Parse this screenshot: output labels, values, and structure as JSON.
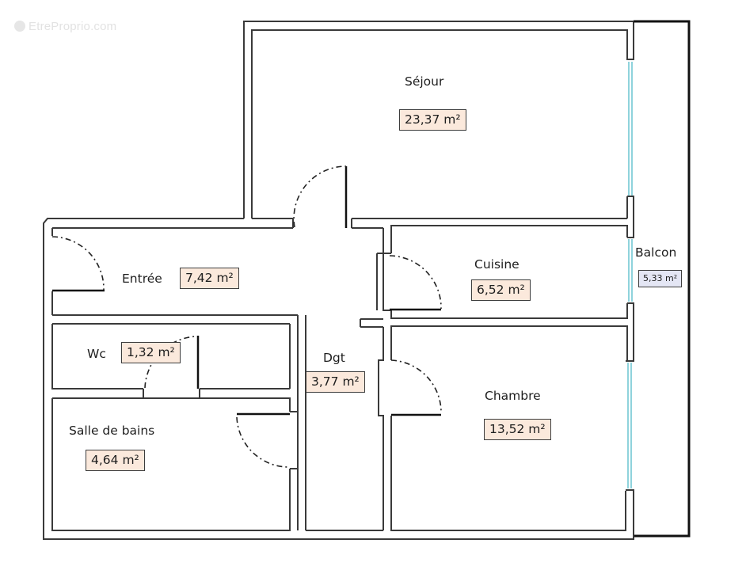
{
  "watermark": {
    "text": "EtreProprio.com",
    "icon": "etreproprio-logo-icon"
  },
  "plan": {
    "units": "m²",
    "colors": {
      "wall": "#3a3a3a",
      "area_badge_bg": "#fbe9dc",
      "balcony_badge_bg": "#e4e6f4",
      "window_glass": "#8fd3dc"
    },
    "rooms": {
      "sejour": {
        "name": "Séjour",
        "area": "23,37 m²"
      },
      "entree": {
        "name": "Entrée",
        "area": "7,42 m²"
      },
      "cuisine": {
        "name": "Cuisine",
        "area": "6,52 m²"
      },
      "balcon": {
        "name": "Balcon",
        "area": "5,33 m²"
      },
      "wc": {
        "name": "Wc",
        "area": "1,32 m²"
      },
      "dgt": {
        "name": "Dgt",
        "area": "3,77 m²"
      },
      "salle_de_bains": {
        "name": "Salle de bains",
        "area": "4,64 m²"
      },
      "chambre": {
        "name": "Chambre",
        "area": "13,52 m²"
      }
    }
  }
}
